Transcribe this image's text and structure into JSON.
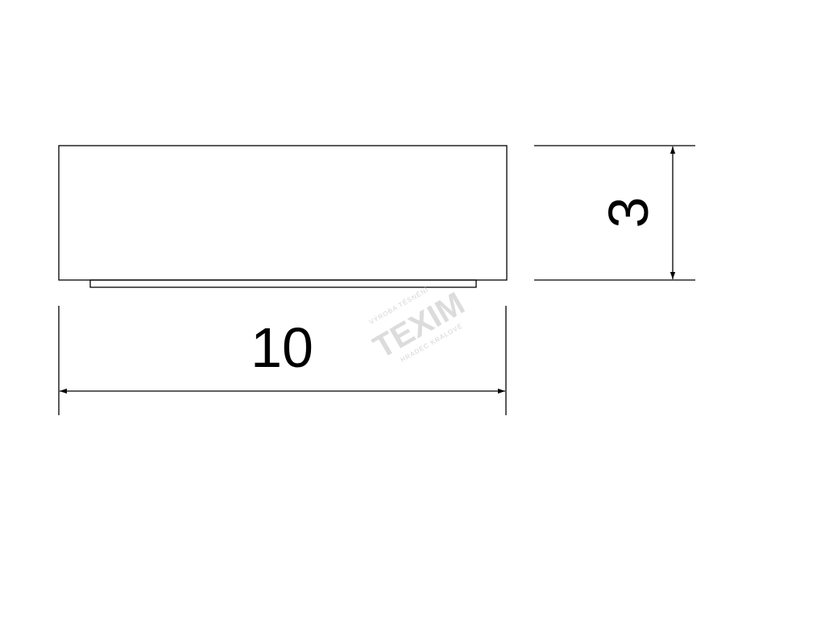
{
  "dimensions": {
    "width_label": "10",
    "height_label": "3"
  },
  "watermark": {
    "brand": "TEXIM",
    "line_top": "VÝROBA TĚSNĚNÍ",
    "line_bottom": "HRADEC KRÁLOVÉ",
    "color": "#dcdcdc"
  },
  "colors": {
    "line": "#000000",
    "background": "#ffffff"
  }
}
